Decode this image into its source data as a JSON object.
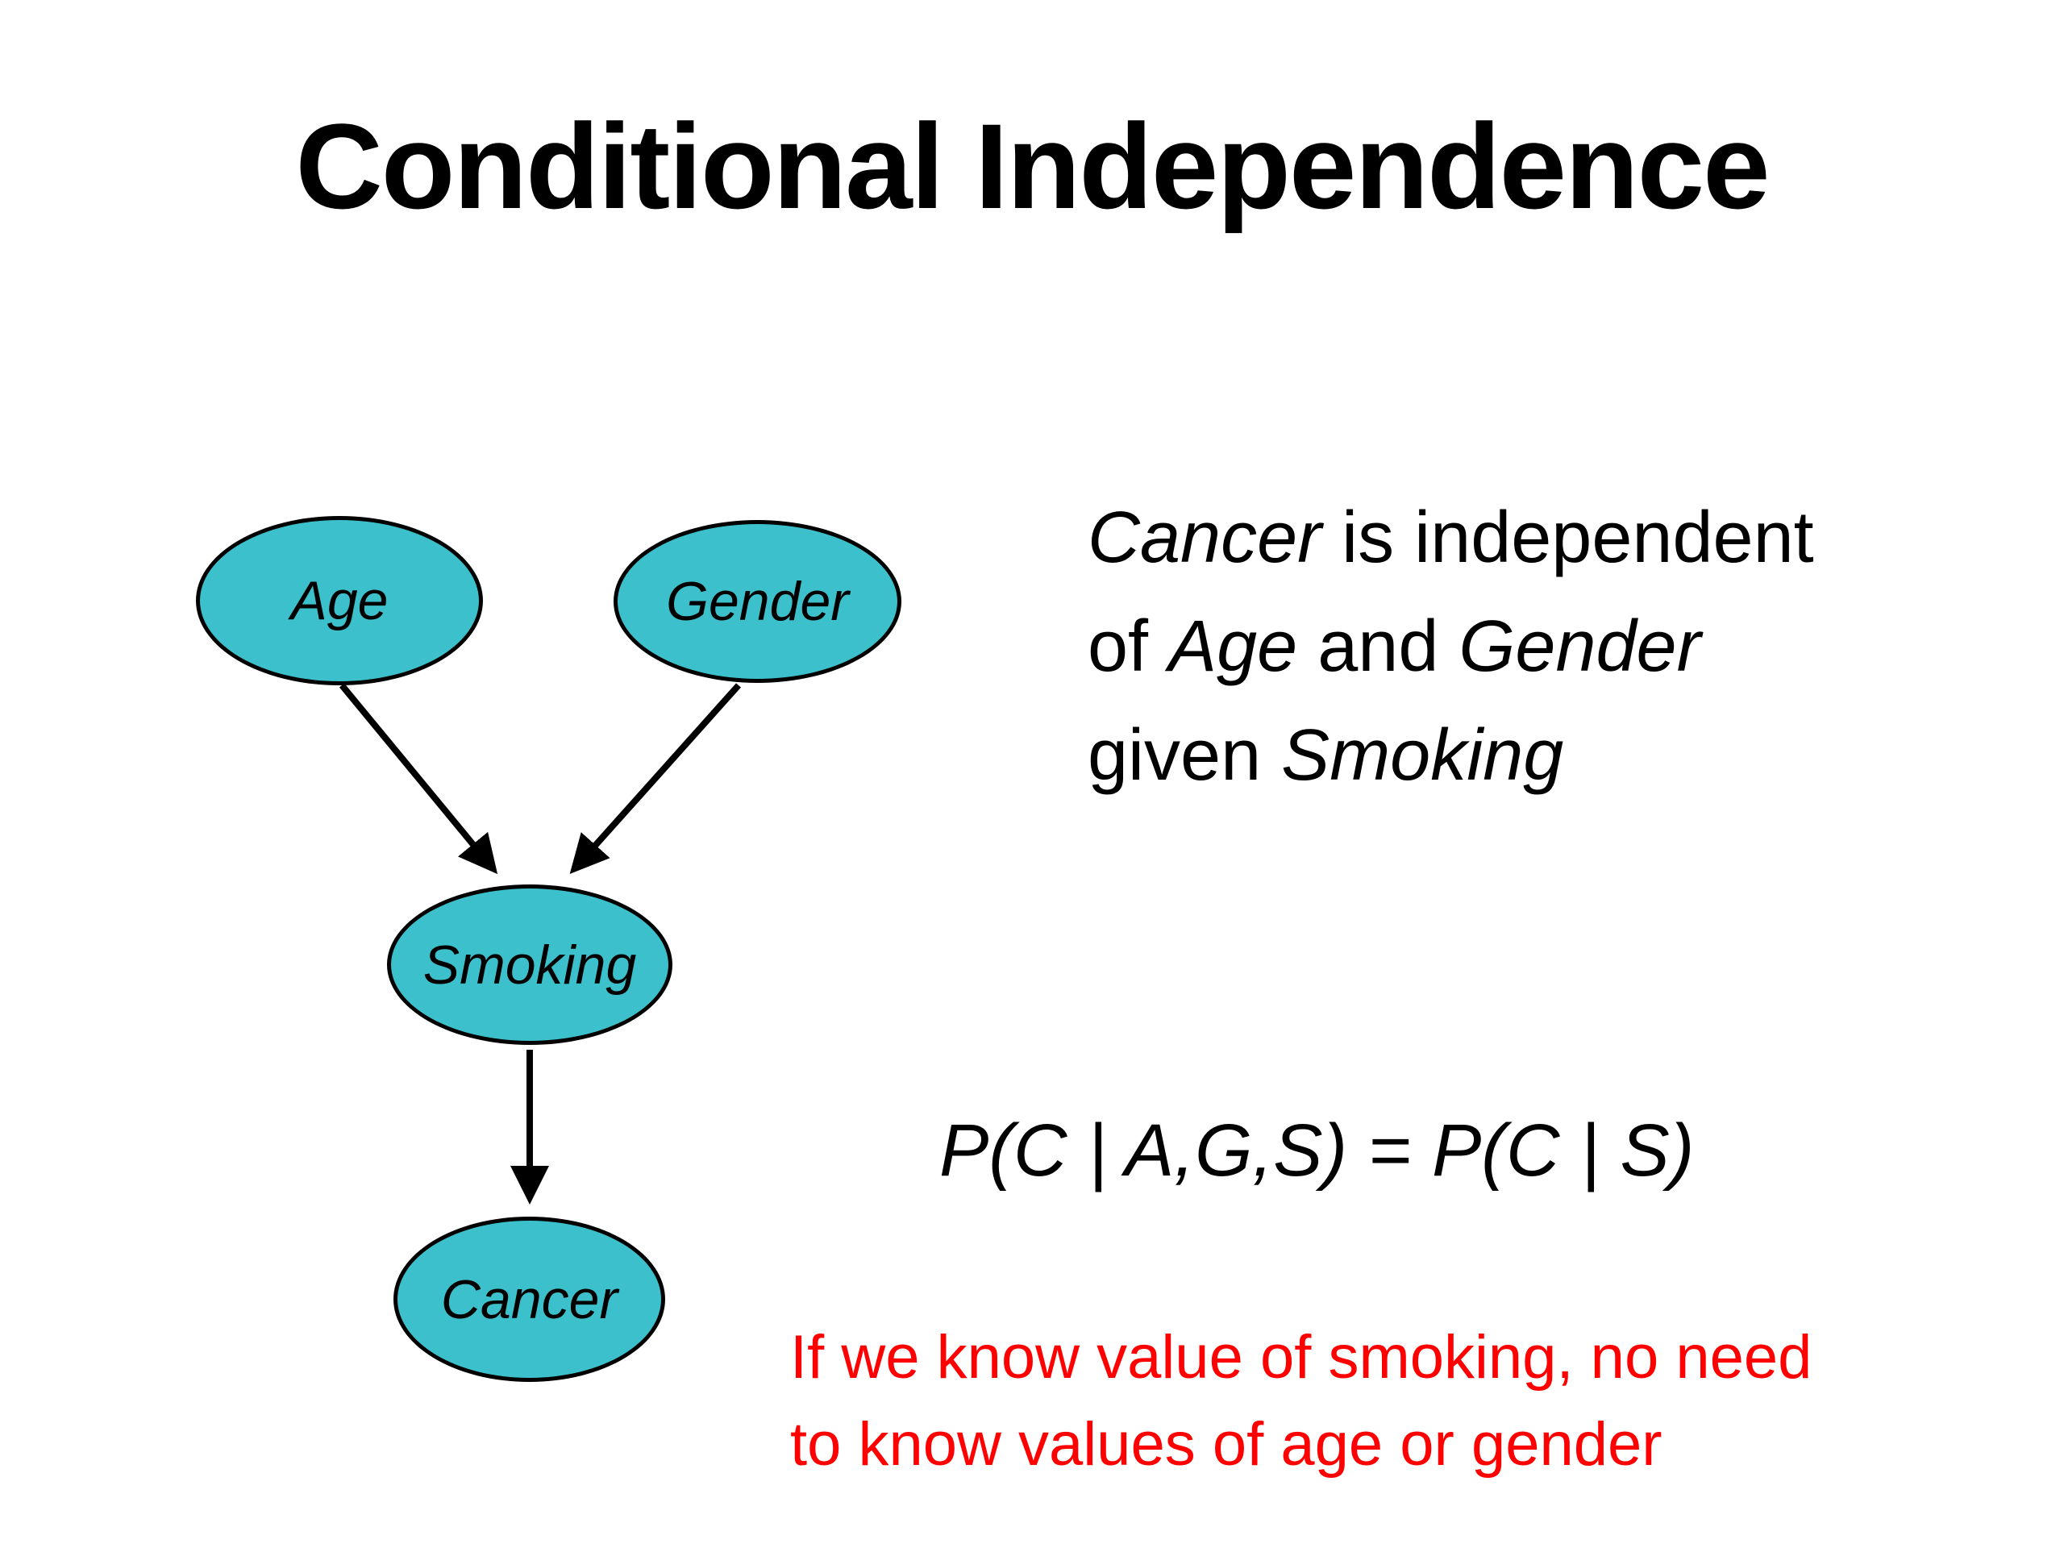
{
  "slide": {
    "title": "Conditional Independence"
  },
  "diagram": {
    "type": "bayesian-network",
    "nodes": {
      "age": {
        "label": "Age"
      },
      "gender": {
        "label": "Gender"
      },
      "smoking": {
        "label": "Smoking"
      },
      "cancer": {
        "label": "Cancer"
      }
    },
    "edges": [
      {
        "from": "Age",
        "to": "Smoking"
      },
      {
        "from": "Gender",
        "to": "Smoking"
      },
      {
        "from": "Smoking",
        "to": "Cancer"
      }
    ]
  },
  "explanation": {
    "lines": [
      {
        "segments": [
          {
            "text": "Cancer",
            "italic": true
          },
          {
            "text": " is independent",
            "italic": false
          }
        ]
      },
      {
        "segments": [
          {
            "text": "of ",
            "italic": false
          },
          {
            "text": "Age",
            "italic": true
          },
          {
            "text": " and ",
            "italic": false
          },
          {
            "text": "Gender",
            "italic": true
          }
        ]
      },
      {
        "segments": [
          {
            "text": "given ",
            "italic": false
          },
          {
            "text": "Smoking",
            "italic": true
          }
        ]
      }
    ]
  },
  "formula": "P(C | A,G,S) = P(C | S)",
  "note": "If we know value of smoking, no need\nto know values of age or gender",
  "colors": {
    "background": "#ffffff",
    "text": "#000000",
    "node_fill": "#3cc0cb",
    "node_stroke": "#000000",
    "note_red": "#ff0000"
  }
}
